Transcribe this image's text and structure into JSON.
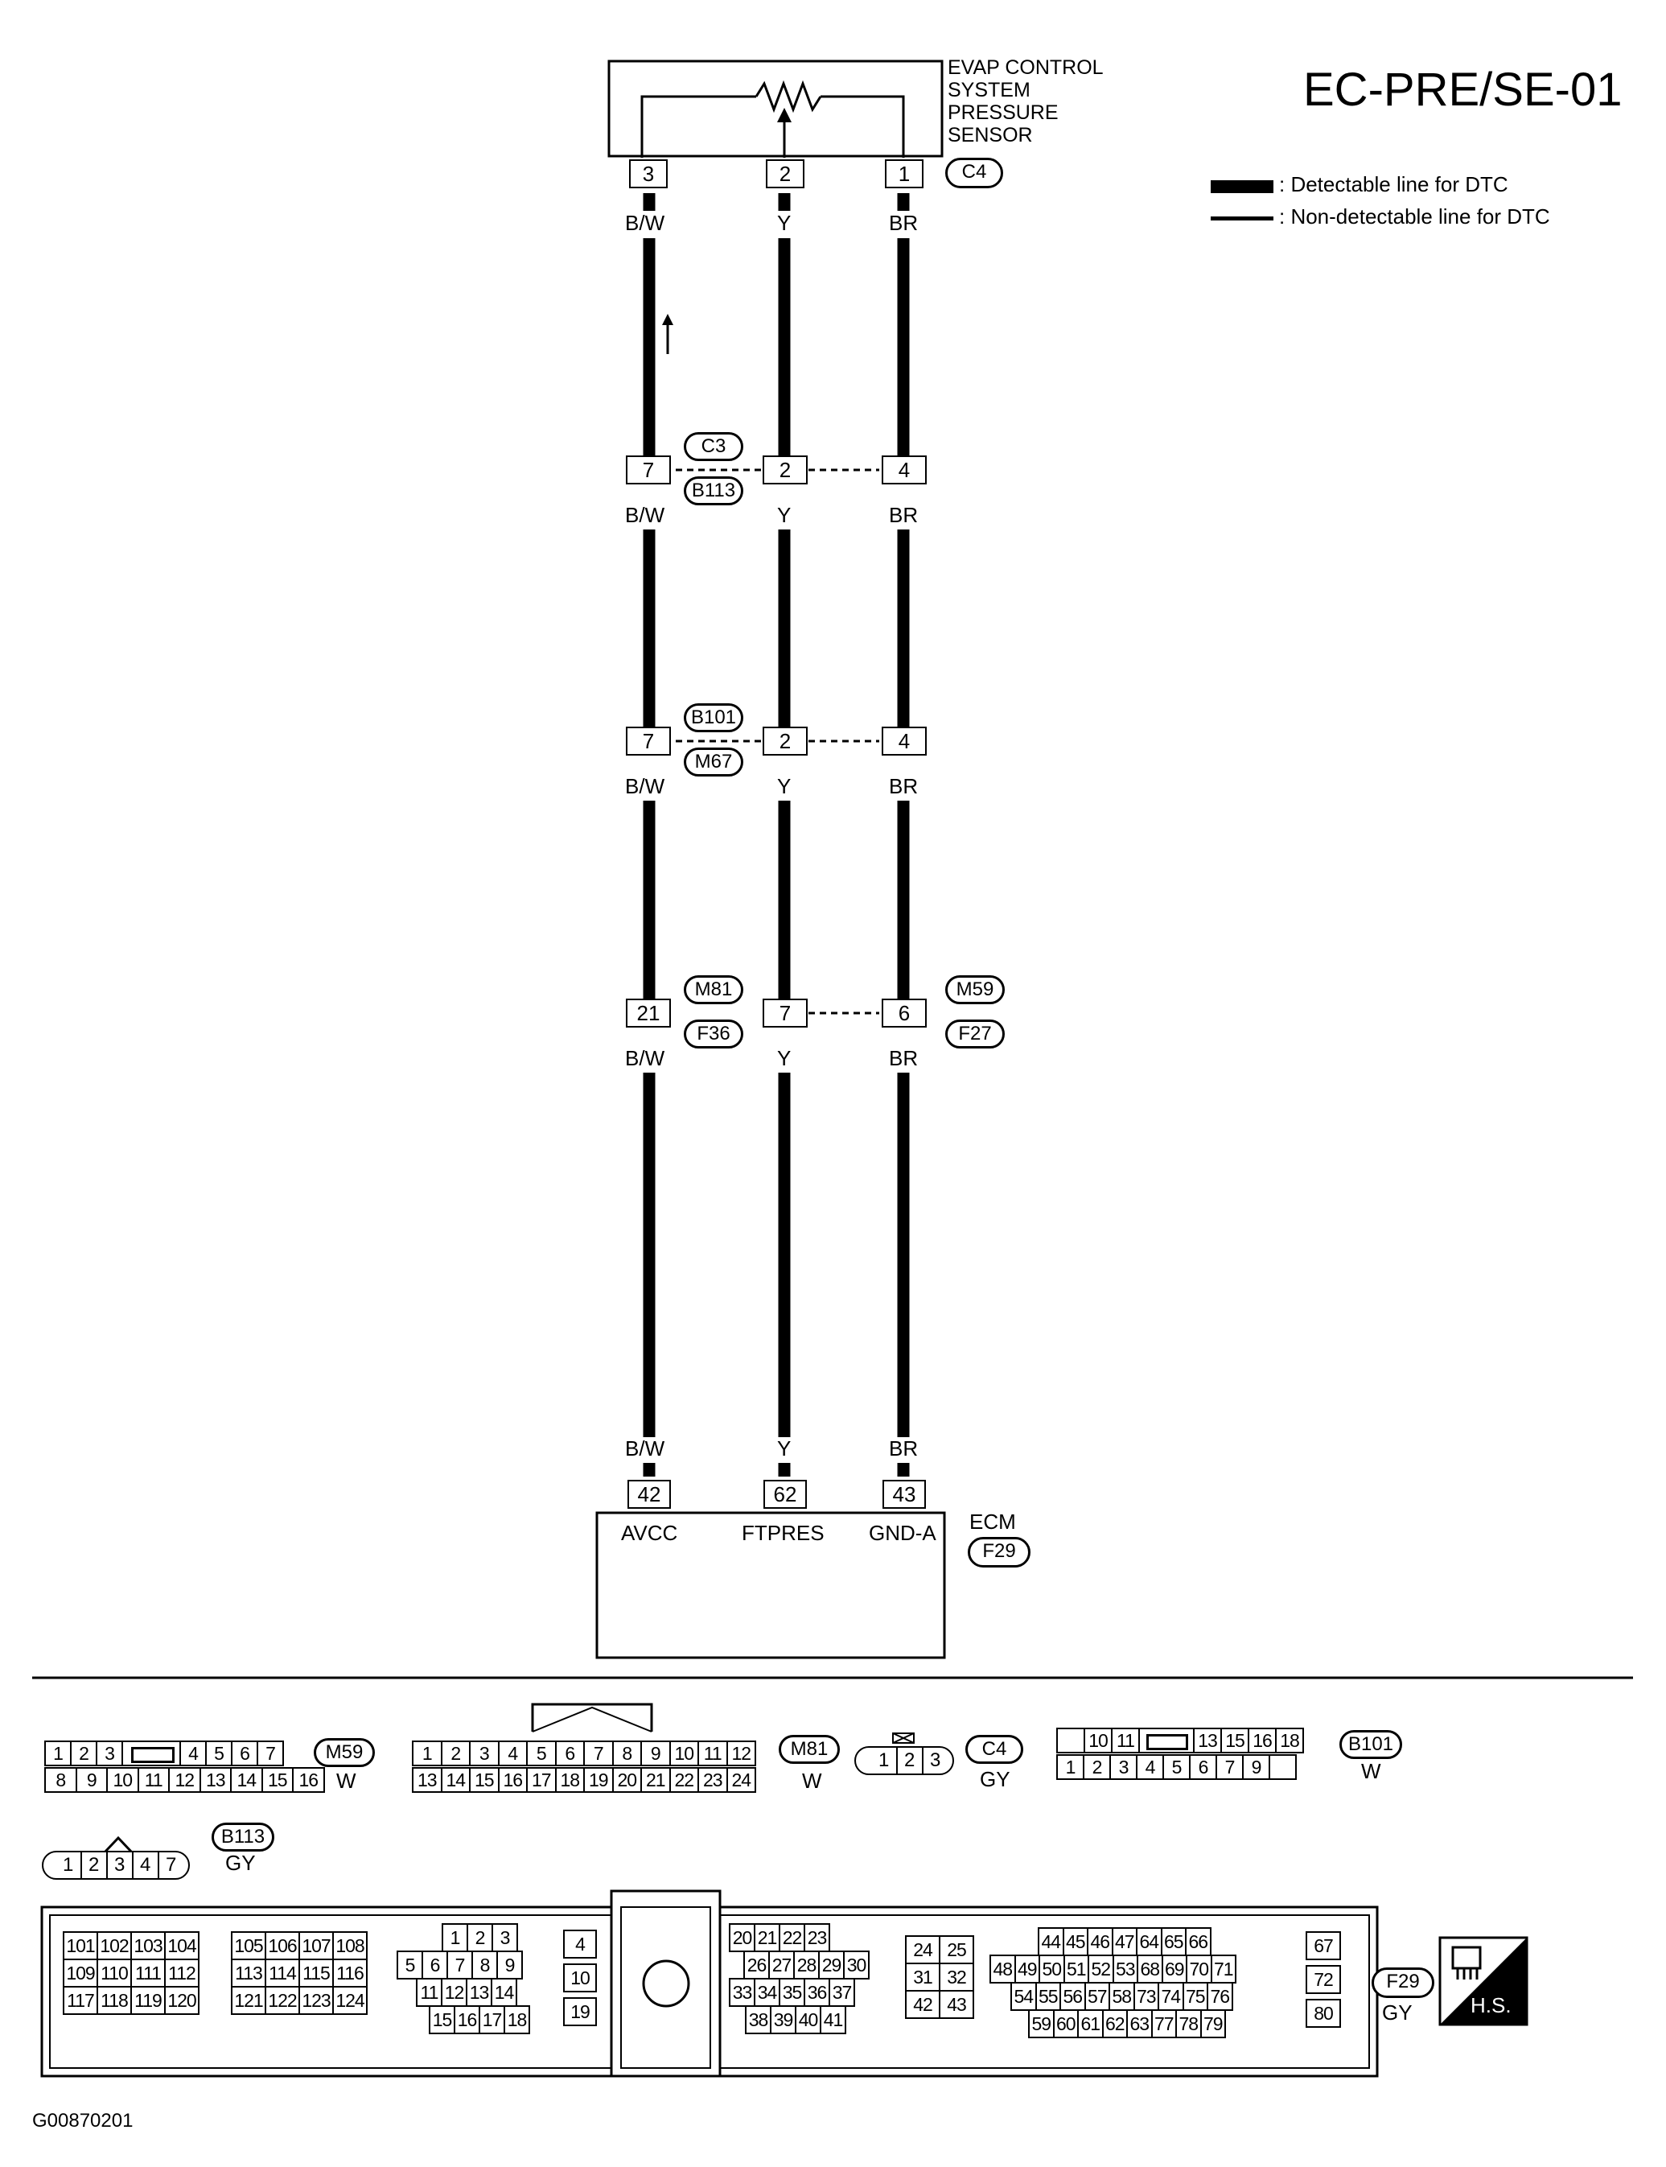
{
  "page_id": "EC-PRE/SE-01",
  "legend": {
    "detectable": ": Detectable line for DTC",
    "non_detectable": ": Non-detectable line for DTC"
  },
  "sensor": {
    "label_lines": [
      "EVAP CONTROL",
      "SYSTEM",
      "PRESSURE",
      "SENSOR"
    ],
    "connector": "C4",
    "pins": [
      "3",
      "2",
      "1"
    ]
  },
  "wires": {
    "colors": [
      "B/W",
      "Y",
      "BR"
    ]
  },
  "junctions": [
    {
      "pins": [
        "7",
        "2",
        "4"
      ],
      "upper": "C3",
      "lower": "B113",
      "right_upper": "",
      "right_lower": ""
    },
    {
      "pins": [
        "7",
        "2",
        "4"
      ],
      "upper": "B101",
      "lower": "M67",
      "right_upper": "",
      "right_lower": ""
    },
    {
      "pins": [
        "21",
        "7",
        "6"
      ],
      "upper": "M81",
      "lower": "F36",
      "right_upper": "M59",
      "right_lower": "F27"
    }
  ],
  "ecm": {
    "label": "ECM",
    "connector": "F29",
    "pins": [
      "42",
      "62",
      "43"
    ],
    "terminals": [
      "AVCC",
      "FTPRES",
      "GND-A"
    ]
  },
  "connectors": {
    "m59": {
      "id": "M59",
      "color": "W",
      "row1": [
        "1",
        "2",
        "3",
        "",
        "4",
        "5",
        "6",
        "7"
      ],
      "row2": [
        "8",
        "9",
        "10",
        "11",
        "12",
        "13",
        "14",
        "15",
        "16"
      ]
    },
    "m81": {
      "id": "M81",
      "color": "W",
      "row1": [
        "1",
        "2",
        "3",
        "4",
        "5",
        "6",
        "7",
        "8",
        "9",
        "10",
        "11",
        "12"
      ],
      "row2": [
        "13",
        "14",
        "15",
        "16",
        "17",
        "18",
        "19",
        "20",
        "21",
        "22",
        "23",
        "24"
      ]
    },
    "c4": {
      "id": "C4",
      "color": "GY",
      "pins": [
        "1",
        "2",
        "3"
      ]
    },
    "b101": {
      "id": "B101",
      "color": "W",
      "row1": [
        "",
        "10",
        "11",
        "",
        "13",
        "15",
        "16",
        "18"
      ],
      "row2": [
        "1",
        "2",
        "3",
        "4",
        "5",
        "6",
        "7",
        "9",
        ""
      ]
    },
    "b113": {
      "id": "B113",
      "color": "GY",
      "pins": [
        "1",
        "2",
        "3",
        "4",
        "7"
      ]
    },
    "f29": {
      "id": "F29",
      "color": "GY",
      "g1": [
        [
          "101",
          "102",
          "103",
          "104"
        ],
        [
          "109",
          "110",
          "111",
          "112"
        ],
        [
          "117",
          "118",
          "119",
          "120"
        ]
      ],
      "g2": [
        [
          "105",
          "106",
          "107",
          "108"
        ],
        [
          "113",
          "114",
          "115",
          "116"
        ],
        [
          "121",
          "122",
          "123",
          "124"
        ]
      ],
      "g3": [
        [
          "1",
          "2",
          "3"
        ],
        [
          "5",
          "6",
          "7",
          "8",
          "9"
        ],
        [
          "11",
          "12",
          "13",
          "14"
        ],
        [
          "15",
          "16",
          "17",
          "18"
        ]
      ],
      "g4": [
        "4",
        "10",
        "19"
      ],
      "g5": [
        [
          "20",
          "21",
          "22",
          "23"
        ],
        [
          "26",
          "27",
          "28",
          "29",
          "30"
        ],
        [
          "33",
          "34",
          "35",
          "36",
          "37"
        ],
        [
          "38",
          "39",
          "40",
          "41"
        ]
      ],
      "g6": [
        [
          "24",
          "25"
        ],
        [
          "31",
          "32"
        ],
        [
          "42",
          "43"
        ]
      ],
      "g7": [
        [
          "44",
          "45",
          "46",
          "47",
          "64",
          "65",
          "66"
        ],
        [
          "48",
          "49",
          "50",
          "51",
          "52",
          "53",
          "68",
          "69",
          "70",
          "71"
        ],
        [
          "54",
          "55",
          "56",
          "57",
          "58",
          "73",
          "74",
          "75",
          "76"
        ],
        [
          "59",
          "60",
          "61",
          "62",
          "63",
          "77",
          "78",
          "79"
        ]
      ],
      "g8": [
        "67",
        "72",
        "80"
      ]
    }
  },
  "hs_label": "H.S.",
  "figure_code": "G00870201"
}
